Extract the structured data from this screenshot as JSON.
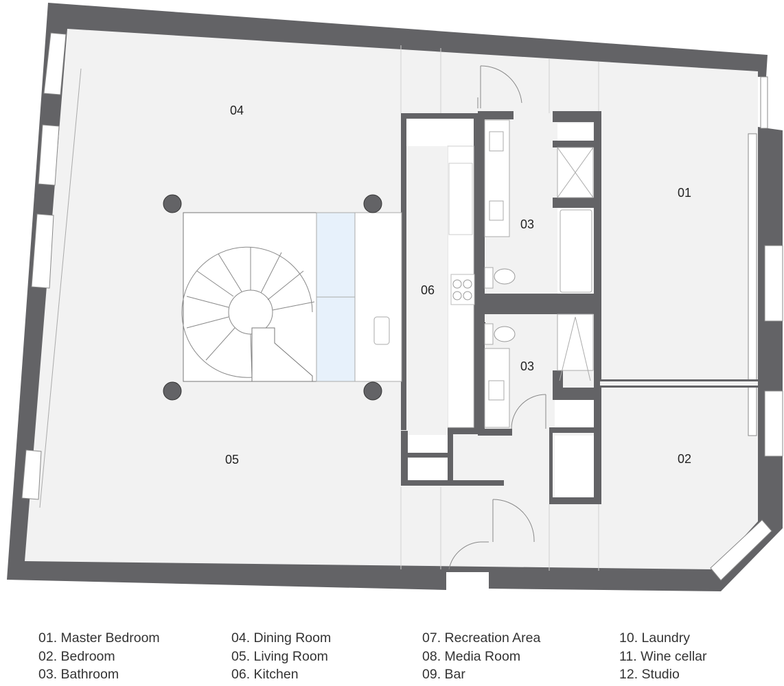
{
  "colors": {
    "wall": "#636366",
    "floor": "#f2f2f2",
    "fixture": "#ffffff",
    "glass": "#e7f1fb",
    "line": "#9a9a9a"
  },
  "rooms": {
    "r01": "01",
    "r02": "02",
    "r03a": "03",
    "r03b": "03",
    "r04": "04",
    "r05": "05",
    "r06": "06"
  },
  "legend": {
    "col1": [
      "01. Master Bedroom",
      "02. Bedroom",
      "03. Bathroom"
    ],
    "col2": [
      "04. Dining Room",
      "05. Living Room",
      "06. Kitchen"
    ],
    "col3": [
      "07. Recreation Area",
      "08. Media Room",
      "09. Bar"
    ],
    "col4": [
      "10. Laundry",
      "11. Wine cellar",
      "12. Studio"
    ]
  }
}
